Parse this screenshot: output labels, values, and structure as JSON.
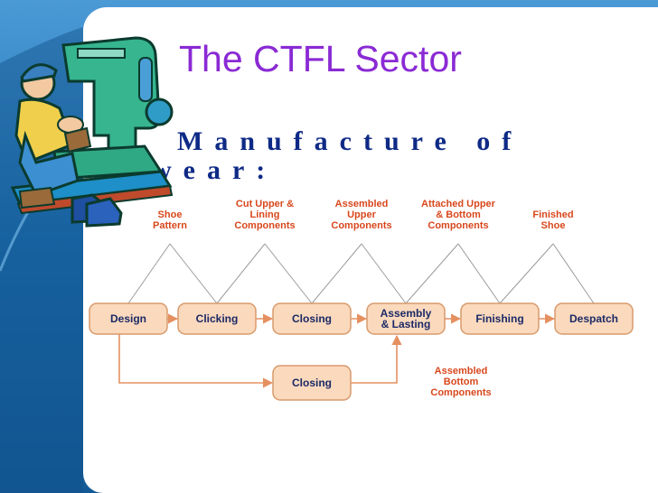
{
  "slide": {
    "title": "The CTFL Sector",
    "subtitle_line1": "Manufacture of",
    "subtitle_line2": "wear:"
  },
  "diagram": {
    "top_labels": [
      [
        "Shoe",
        "Pattern"
      ],
      [
        "Cut Upper &",
        "Lining",
        "Components"
      ],
      [
        "Assembled",
        "Upper",
        "Components"
      ],
      [
        "Attached Upper",
        "& Bottom",
        "Components"
      ],
      [
        "Finished",
        "Shoe"
      ]
    ],
    "main_stages": [
      [
        "Design"
      ],
      [
        "Clicking"
      ],
      [
        "Closing"
      ],
      [
        "Assembly",
        "& Lasting"
      ],
      [
        "Finishing"
      ],
      [
        "Despatch"
      ]
    ],
    "lower_stage": [
      "Closing"
    ],
    "lower_label": [
      "Assembled",
      "Bottom",
      "Components"
    ]
  },
  "colors": {
    "title": "#8a2ad4",
    "subtitle": "#0e2a86",
    "label": "#d8471c",
    "box_fill": "#fbd9bd",
    "box_stroke": "#d89a6c",
    "arrow": "#e59060",
    "background": "#1d6fae"
  },
  "clipart": {
    "icon": "shoemaker-at-sewing-machine-icon"
  }
}
